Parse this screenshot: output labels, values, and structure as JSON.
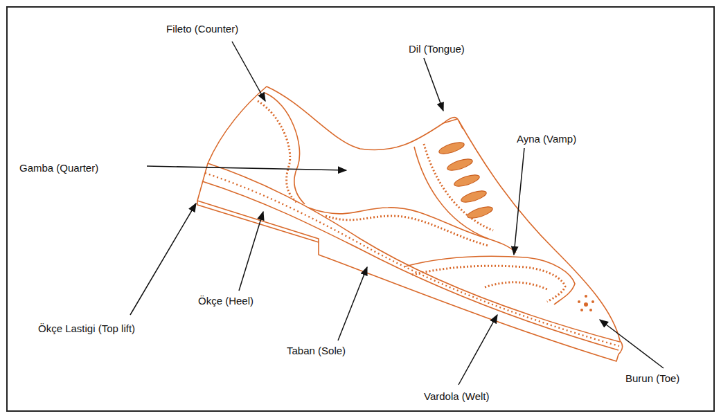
{
  "diagram": {
    "labels": [
      "Fileto (Counter)",
      "Dil (Tongue)",
      "Ayna (Vamp)",
      "Gamba (Quarter)",
      "Ökçe Lastigi (Top lift)",
      "Ökçe (Heel)",
      "Taban (Sole)",
      "Vardola (Welt)",
      "Burun (Toe)"
    ]
  }
}
